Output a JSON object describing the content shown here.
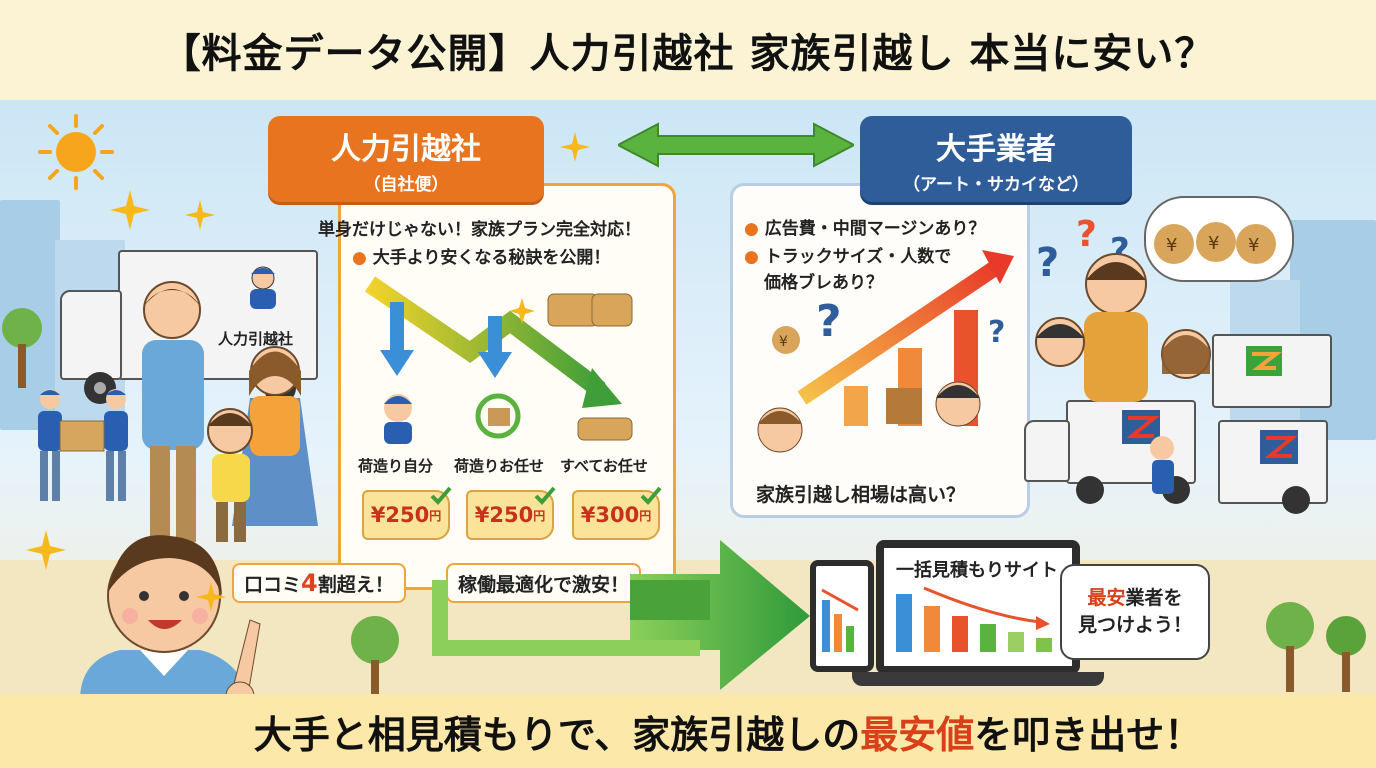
{
  "title": "【料金データ公開】人力引越社 家族引越し 本当に安い？",
  "left_panel": {
    "header_main": "人力引越社",
    "header_sub": "（自社便）",
    "line1": "単身だけじゃない！家族プラン完全対応！",
    "line2": "大手より安くなる秘訣を公開！",
    "plans": [
      {
        "label": "荷造り自分",
        "price": "¥250",
        "unit": "円"
      },
      {
        "label": "荷造りお任せ",
        "price": "¥250",
        "unit": "円"
      },
      {
        "label": "すべてお任せ",
        "price": "¥300",
        "unit": "円"
      }
    ],
    "pill1_pre": "口コミ",
    "pill1_num": "4",
    "pill1_post": "割超え！",
    "pill2": "稼働最適化で激安！"
  },
  "truck_sign": "人力引越社",
  "right_panel": {
    "header_main": "大手業者",
    "header_sub": "（アート・サカイなど）",
    "line1": "広告費・中間マージンあり？",
    "line2": "トラックサイズ・人数で",
    "line3": "価格ブレあり？",
    "caption": "家族引越し相場は高い？"
  },
  "laptop_title": "一括見積もりサイト",
  "bubble": {
    "hl": "最安",
    "rest1": "業者を",
    "rest2": "見つけよう！"
  },
  "bottom": {
    "pre": "大手と相見積もりで、家族引越しの",
    "hl": "最安値",
    "post": "を叩き出せ！"
  },
  "colors": {
    "orange": "#e9741f",
    "navy": "#2f5d9a",
    "green_arrow": "#4aa23a",
    "red_text": "#d8401a"
  }
}
